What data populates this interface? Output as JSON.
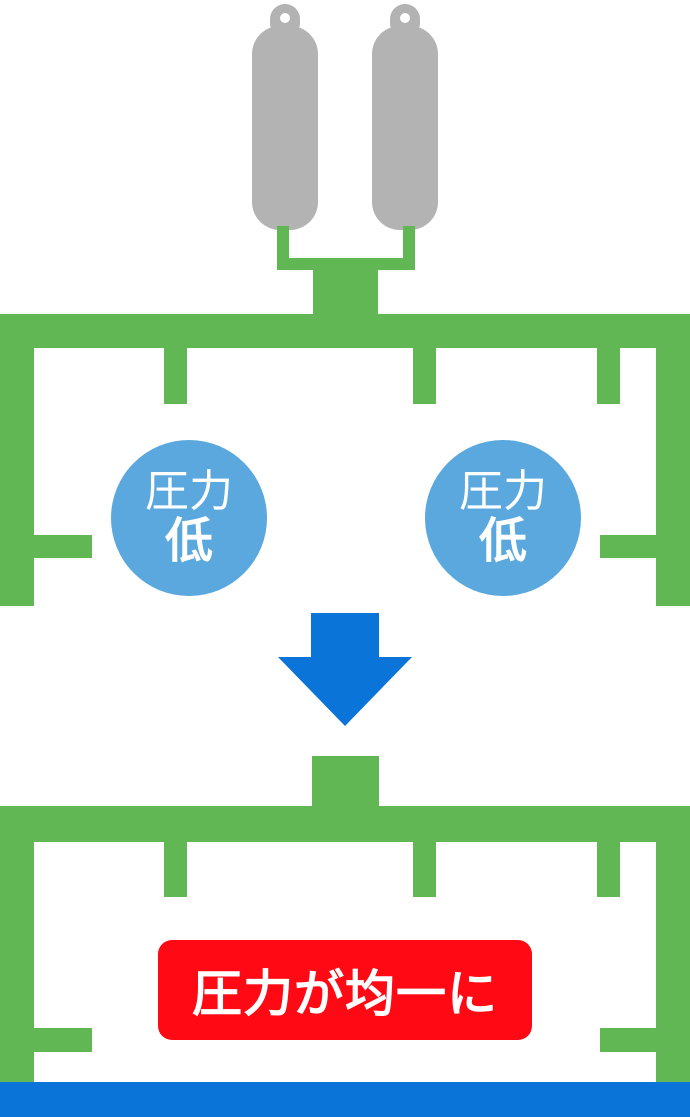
{
  "colors": {
    "pipe": "#61b753",
    "tank": "#b3b3b3",
    "bubble": "#5aa8de",
    "arrow": "#0a74d8",
    "badge": "#ff0a14",
    "floor": "#0a74d8",
    "text": "#ffffff"
  },
  "top_section": {
    "bubble_left": {
      "line1": "圧力",
      "line2": "低"
    },
    "bubble_right": {
      "line1": "圧力",
      "line2": "低"
    }
  },
  "bottom_section": {
    "badge": "圧力が均一に"
  },
  "icons": [
    "gas-tank-icon",
    "down-arrow-icon"
  ]
}
